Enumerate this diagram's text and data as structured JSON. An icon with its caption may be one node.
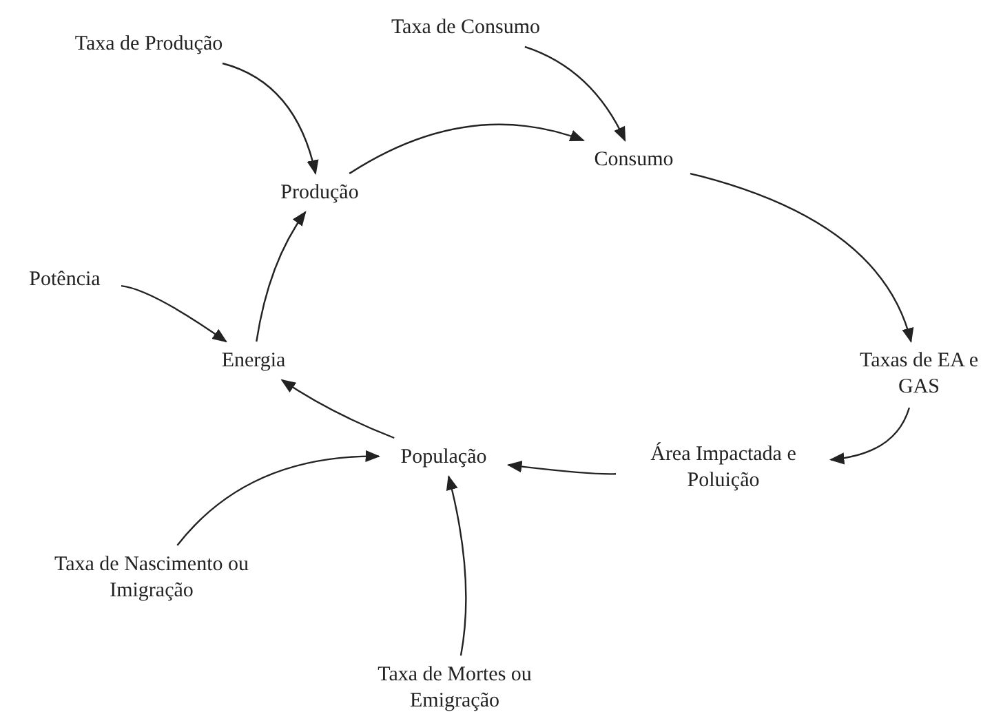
{
  "diagram": {
    "nodes": [
      {
        "text": [
          "Taxa de Produção"
        ]
      },
      {
        "text": [
          "Taxa de Consumo"
        ]
      },
      {
        "text": [
          "Produção"
        ]
      },
      {
        "text": [
          "Consumo"
        ]
      },
      {
        "text": [
          "Potência"
        ]
      },
      {
        "text": [
          "Energia"
        ]
      },
      {
        "text": [
          "Taxas de EA e GAS"
        ]
      },
      {
        "text": [
          "População"
        ]
      },
      {
        "text": [
          "Área Impactada e Poluição"
        ]
      },
      {
        "text": [
          "Taxa de Nascimento ou Imigração"
        ]
      },
      {
        "text": [
          "Taxa de Mortes ou Emigração"
        ]
      }
    ],
    "edges": [
      {
        "from": 0,
        "to": 2,
        "arrow": "to"
      },
      {
        "from": 1,
        "to": 3,
        "arrow": "to"
      },
      {
        "from": 2,
        "to": 3,
        "arrow": "to"
      },
      {
        "from": 3,
        "to": 6,
        "arrow": "to"
      },
      {
        "from": 6,
        "to": 8,
        "arrow": "to"
      },
      {
        "from": 8,
        "to": 7,
        "arrow": "to"
      },
      {
        "from": 7,
        "to": 5,
        "arrow": "to"
      },
      {
        "from": 5,
        "to": 2,
        "arrow": "to"
      },
      {
        "from": 4,
        "to": 5,
        "arrow": "to"
      },
      {
        "from": 9,
        "to": 7,
        "arrow": "to"
      },
      {
        "from": 10,
        "to": 7,
        "arrow": "to"
      }
    ]
  }
}
